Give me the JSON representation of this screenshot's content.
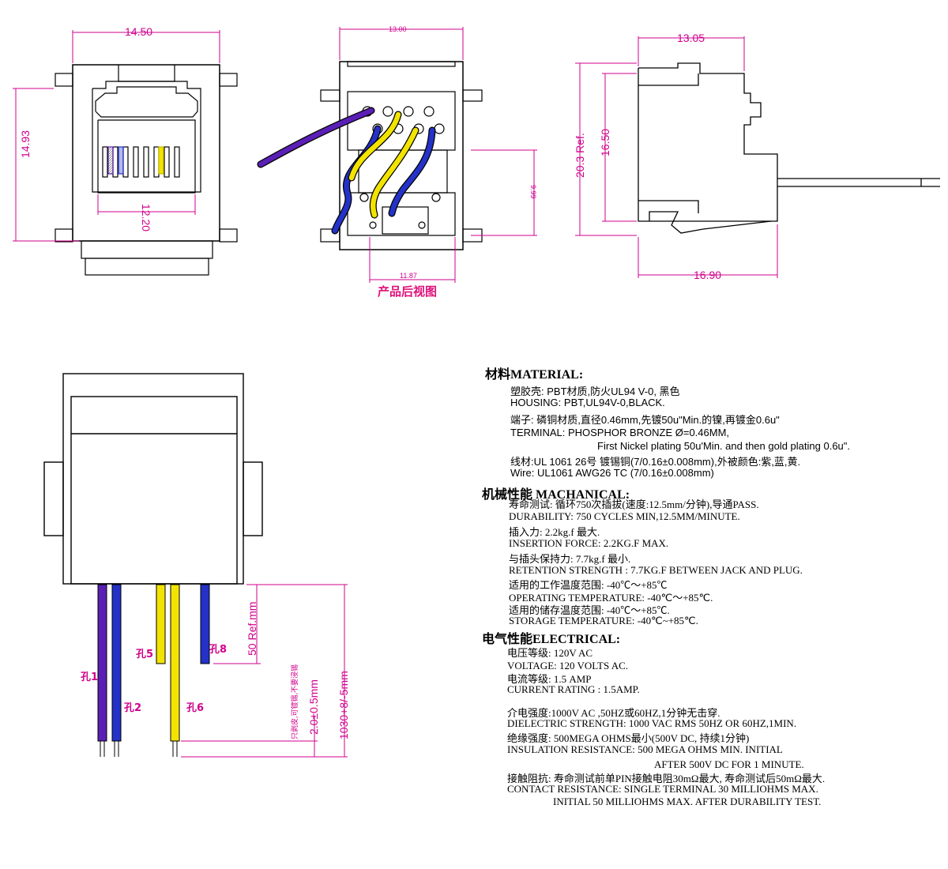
{
  "views": {
    "front": {
      "width_dim": "14.50",
      "height_dim": "14.93",
      "inner_dim": "12.20"
    },
    "rear": {
      "width_dim": "13.00",
      "bottom_dim": "11.87",
      "height_dim": "9.99",
      "caption": "产品后视图"
    },
    "side": {
      "width_dim": "13.05",
      "ref_dim": "20.3 Ref.",
      "height_dim": "16.50",
      "bottom_dim": "16.90"
    },
    "wire": {
      "length_dim": "50 Ref.mm",
      "strip_dim": "2.0±0.5mm",
      "total_dim": "1030+8/-5mm",
      "note": "只剥皮,可镀锡,不要浸锡",
      "pins": {
        "p1": "孔1",
        "p2": "孔2",
        "p5": "孔5",
        "p6": "孔6",
        "p8": "孔8"
      }
    }
  },
  "colors": {
    "dimension": "#d0008c",
    "purple_wire": "#5a1fb4",
    "blue_wire": "#2432c8",
    "yellow_wire": "#f2e400"
  },
  "spec": {
    "material_title": "材料MATERIAL:",
    "m1": "塑胶壳: PBT材质,防火UL94 V-0, 黑色",
    "m2": "HOUSING: PBT,UL94V-0,BLACK.",
    "m3": "端子: 磷铜材质,直径0.46mm,先镀50u\"Min.的镍,再镀金0.6u\"",
    "m4": "TERMINAL: PHOSPHOR BRONZE Ø=0.46MM,",
    "m5": "First Nickel plating 50u'Min. and then gold plating 0.6u\".",
    "m6": "线材:UL 1061 26号 镀锡铜(7/0.16±0.008mm),外被颜色:紫,蓝,黄.",
    "m7": "Wire: UL1061 AWG26 TC (7/0.16±0.008mm)",
    "mech_title": "机械性能 MACHANICAL:",
    "k1": "寿命测试: 循环750次插拔(速度:12.5mm/分钟),导通PASS.",
    "k2": "DURABILITY: 750 CYCLES MIN,12.5MM/MINUTE.",
    "k3": "插入力: 2.2kg.f 最大.",
    "k4": "INSERTION FORCE: 2.2KG.F MAX.",
    "k5": "与插头保持力: 7.7kg.f 最小.",
    "k6": "RETENTION STRENGTH : 7.7KG.F BETWEEN JACK AND PLUG.",
    "k7": "适用的工作温度范围: -40℃～+85℃",
    "k8": "OPERATING TEMPERATURE: -40℃～+85℃.",
    "k9": "适用的储存温度范围: -40℃～+85℃.",
    "k10": "STORAGE TEMPERATURE: -40℃~+85℃.",
    "elec_title": "电气性能ELECTRICAL:",
    "e1": "电压等级: 120V AC",
    "e2": "VOLTAGE: 120 VOLTS AC.",
    "e3": "电流等级: 1.5 AMP",
    "e4": "CURRENT RATING : 1.5AMP.",
    "e5": "介电强度:1000V AC ,50HZ或60HZ,1分钟无击穿.",
    "e6": "DIELECTRIC STRENGTH: 1000 VAC RMS 50HZ OR 60HZ,1MIN.",
    "e7": "绝缘强度: 500MEGA OHMS最小(500V DC, 持续1分钟)",
    "e8": "INSULATION RESISTANCE: 500 MEGA OHMS MIN. INITIAL",
    "e9": "AFTER 500V DC FOR 1 MINUTE.",
    "e10": "接触阻抗: 寿命测试前单PIN接触电阻30mΩ最大, 寿命测试后50mΩ最大.",
    "e11": "CONTACT RESISTANCE: SINGLE TERMINAL 30 MILLIOHMS MAX.",
    "e12": "INITIAL 50 MILLIOHMS MAX. AFTER  DURABILITY TEST."
  }
}
